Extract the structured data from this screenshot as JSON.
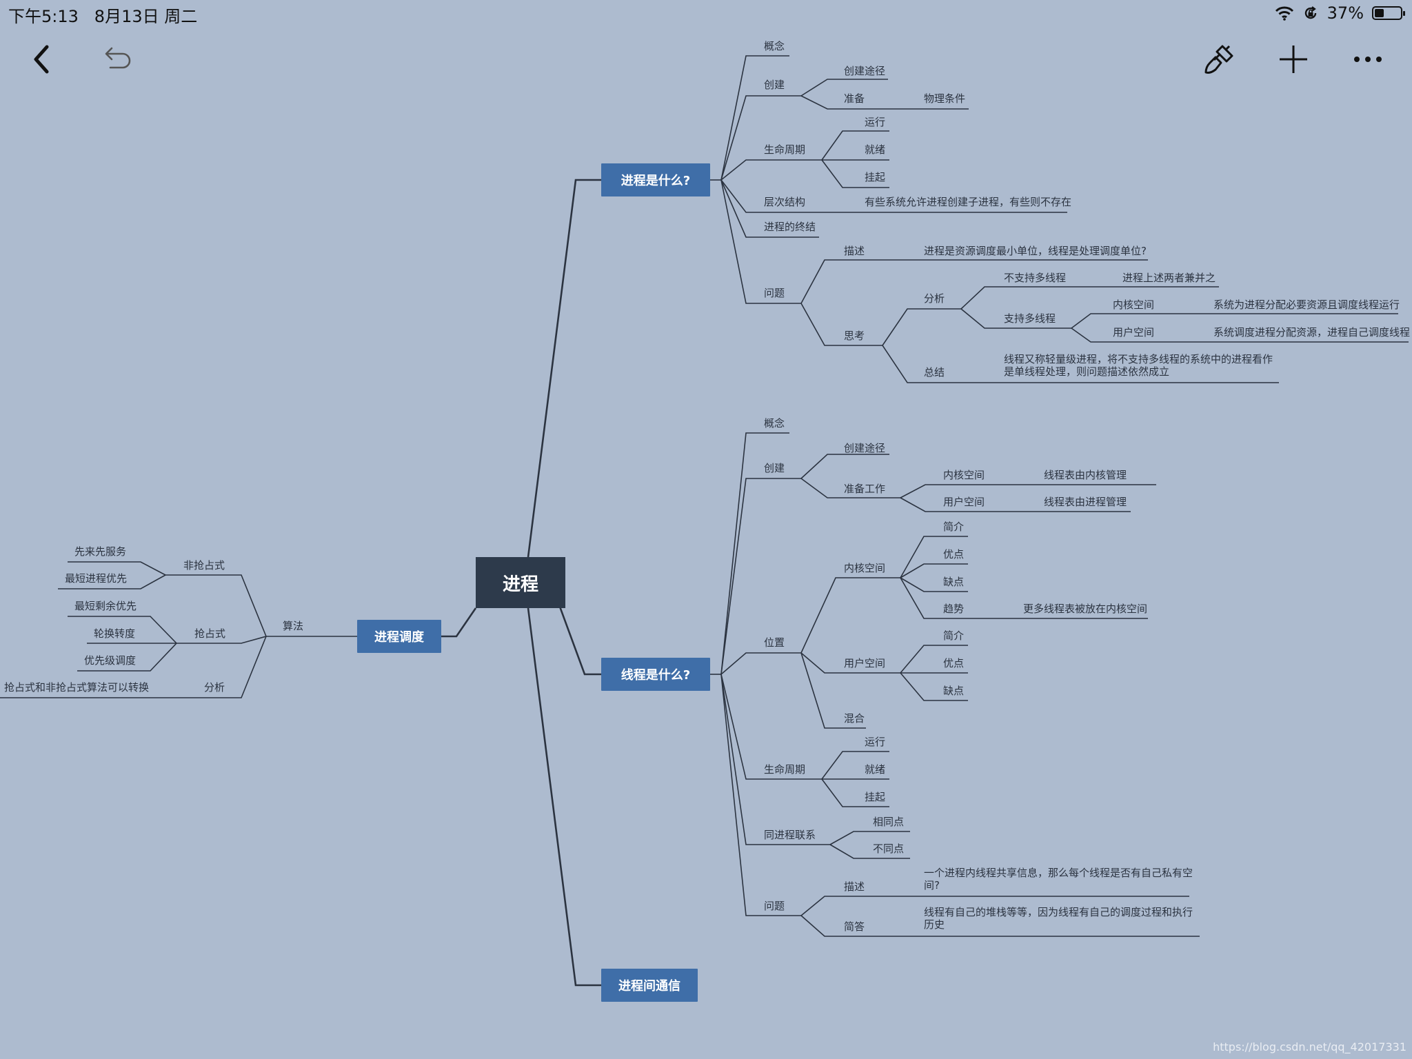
{
  "status": {
    "time": "下午5:13",
    "date": "8月13日 周二",
    "battery": "37%",
    "battery_level": 0.37
  },
  "icons": {
    "wifi": "wifi-icon",
    "lock": "orientation-lock-icon",
    "back": "back-chevron-icon",
    "undo": "undo-icon",
    "style": "paint-brush-icon",
    "add": "plus-icon",
    "more": "more-icon"
  },
  "colors": {
    "background": "#adbbcf",
    "topic": "#3f6ea8",
    "root": "#2d3a4b",
    "line": "#2b3340"
  },
  "root": "进程",
  "topics": {
    "what_process": "进程是什么?",
    "what_thread": "线程是什么?",
    "ipc": "进程间通信",
    "scheduling": "进程调度"
  },
  "process": {
    "concept": "概念",
    "create": "创建",
    "create_way": "创建途径",
    "prepare": "准备",
    "physical": "物理条件",
    "lifecycle": "生命周期",
    "running": "运行",
    "ready": "就绪",
    "suspended": "挂起",
    "hierarchy": "层次结构",
    "hierarchy_desc": "有些系统允许进程创建子进程，有些则不存在",
    "termination": "进程的终结",
    "question": "问题",
    "describe": "描述",
    "describe_text": "进程是资源调度最小单位，线程是处理调度单位?",
    "think": "思考",
    "analysis": "分析",
    "no_mt": "不支持多线程",
    "no_mt_text": "进程上述两者兼并之",
    "mt": "支持多线程",
    "kernel": "内核空间",
    "kernel_text": "系统为进程分配必要资源且调度线程运行",
    "user": "用户空间",
    "user_text": "系统调度进程分配资源，进程自己调度线程",
    "summary": "总结",
    "summary_text": "线程又称轻量级进程，将不支持多线程的系统中的进程看作是单线程处理，则问题描述依然成立"
  },
  "thread": {
    "concept": "概念",
    "create": "创建",
    "create_way": "创建途径",
    "prepare_work": "准备工作",
    "kernel": "内核空间",
    "kernel_table": "线程表由内核管理",
    "user": "用户空间",
    "user_table": "线程表由进程管理",
    "position": "位置",
    "pos_kernel": "内核空间",
    "intro": "简介",
    "pros": "优点",
    "cons": "缺点",
    "trend": "趋势",
    "trend_text": "更多线程表被放在内核空间",
    "pos_user": "用户空间",
    "intro2": "简介",
    "pros2": "优点",
    "cons2": "缺点",
    "mixed": "混合",
    "lifecycle": "生命周期",
    "running": "运行",
    "ready": "就绪",
    "suspended": "挂起",
    "relation": "同进程联系",
    "same": "相同点",
    "diff": "不同点",
    "question": "问题",
    "describe": "描述",
    "describe_text": "一个进程内线程共享信息，那么每个线程是否有自己私有空间?",
    "answer": "简答",
    "answer_text": "线程有自己的堆栈等等，因为线程有自己的调度过程和执行历史"
  },
  "sched": {
    "algorithm": "算法",
    "non_preempt": "非抢占式",
    "fcfs": "先来先服务",
    "sjf": "最短进程优先",
    "preempt": "抢占式",
    "srt": "最短剩余优先",
    "rr": "轮换转度",
    "priority": "优先级调度",
    "analysis": "分析",
    "analysis_text": "抢占式和非抢占式算法可以转换"
  },
  "watermark": "https://blog.csdn.net/qq_42017331"
}
